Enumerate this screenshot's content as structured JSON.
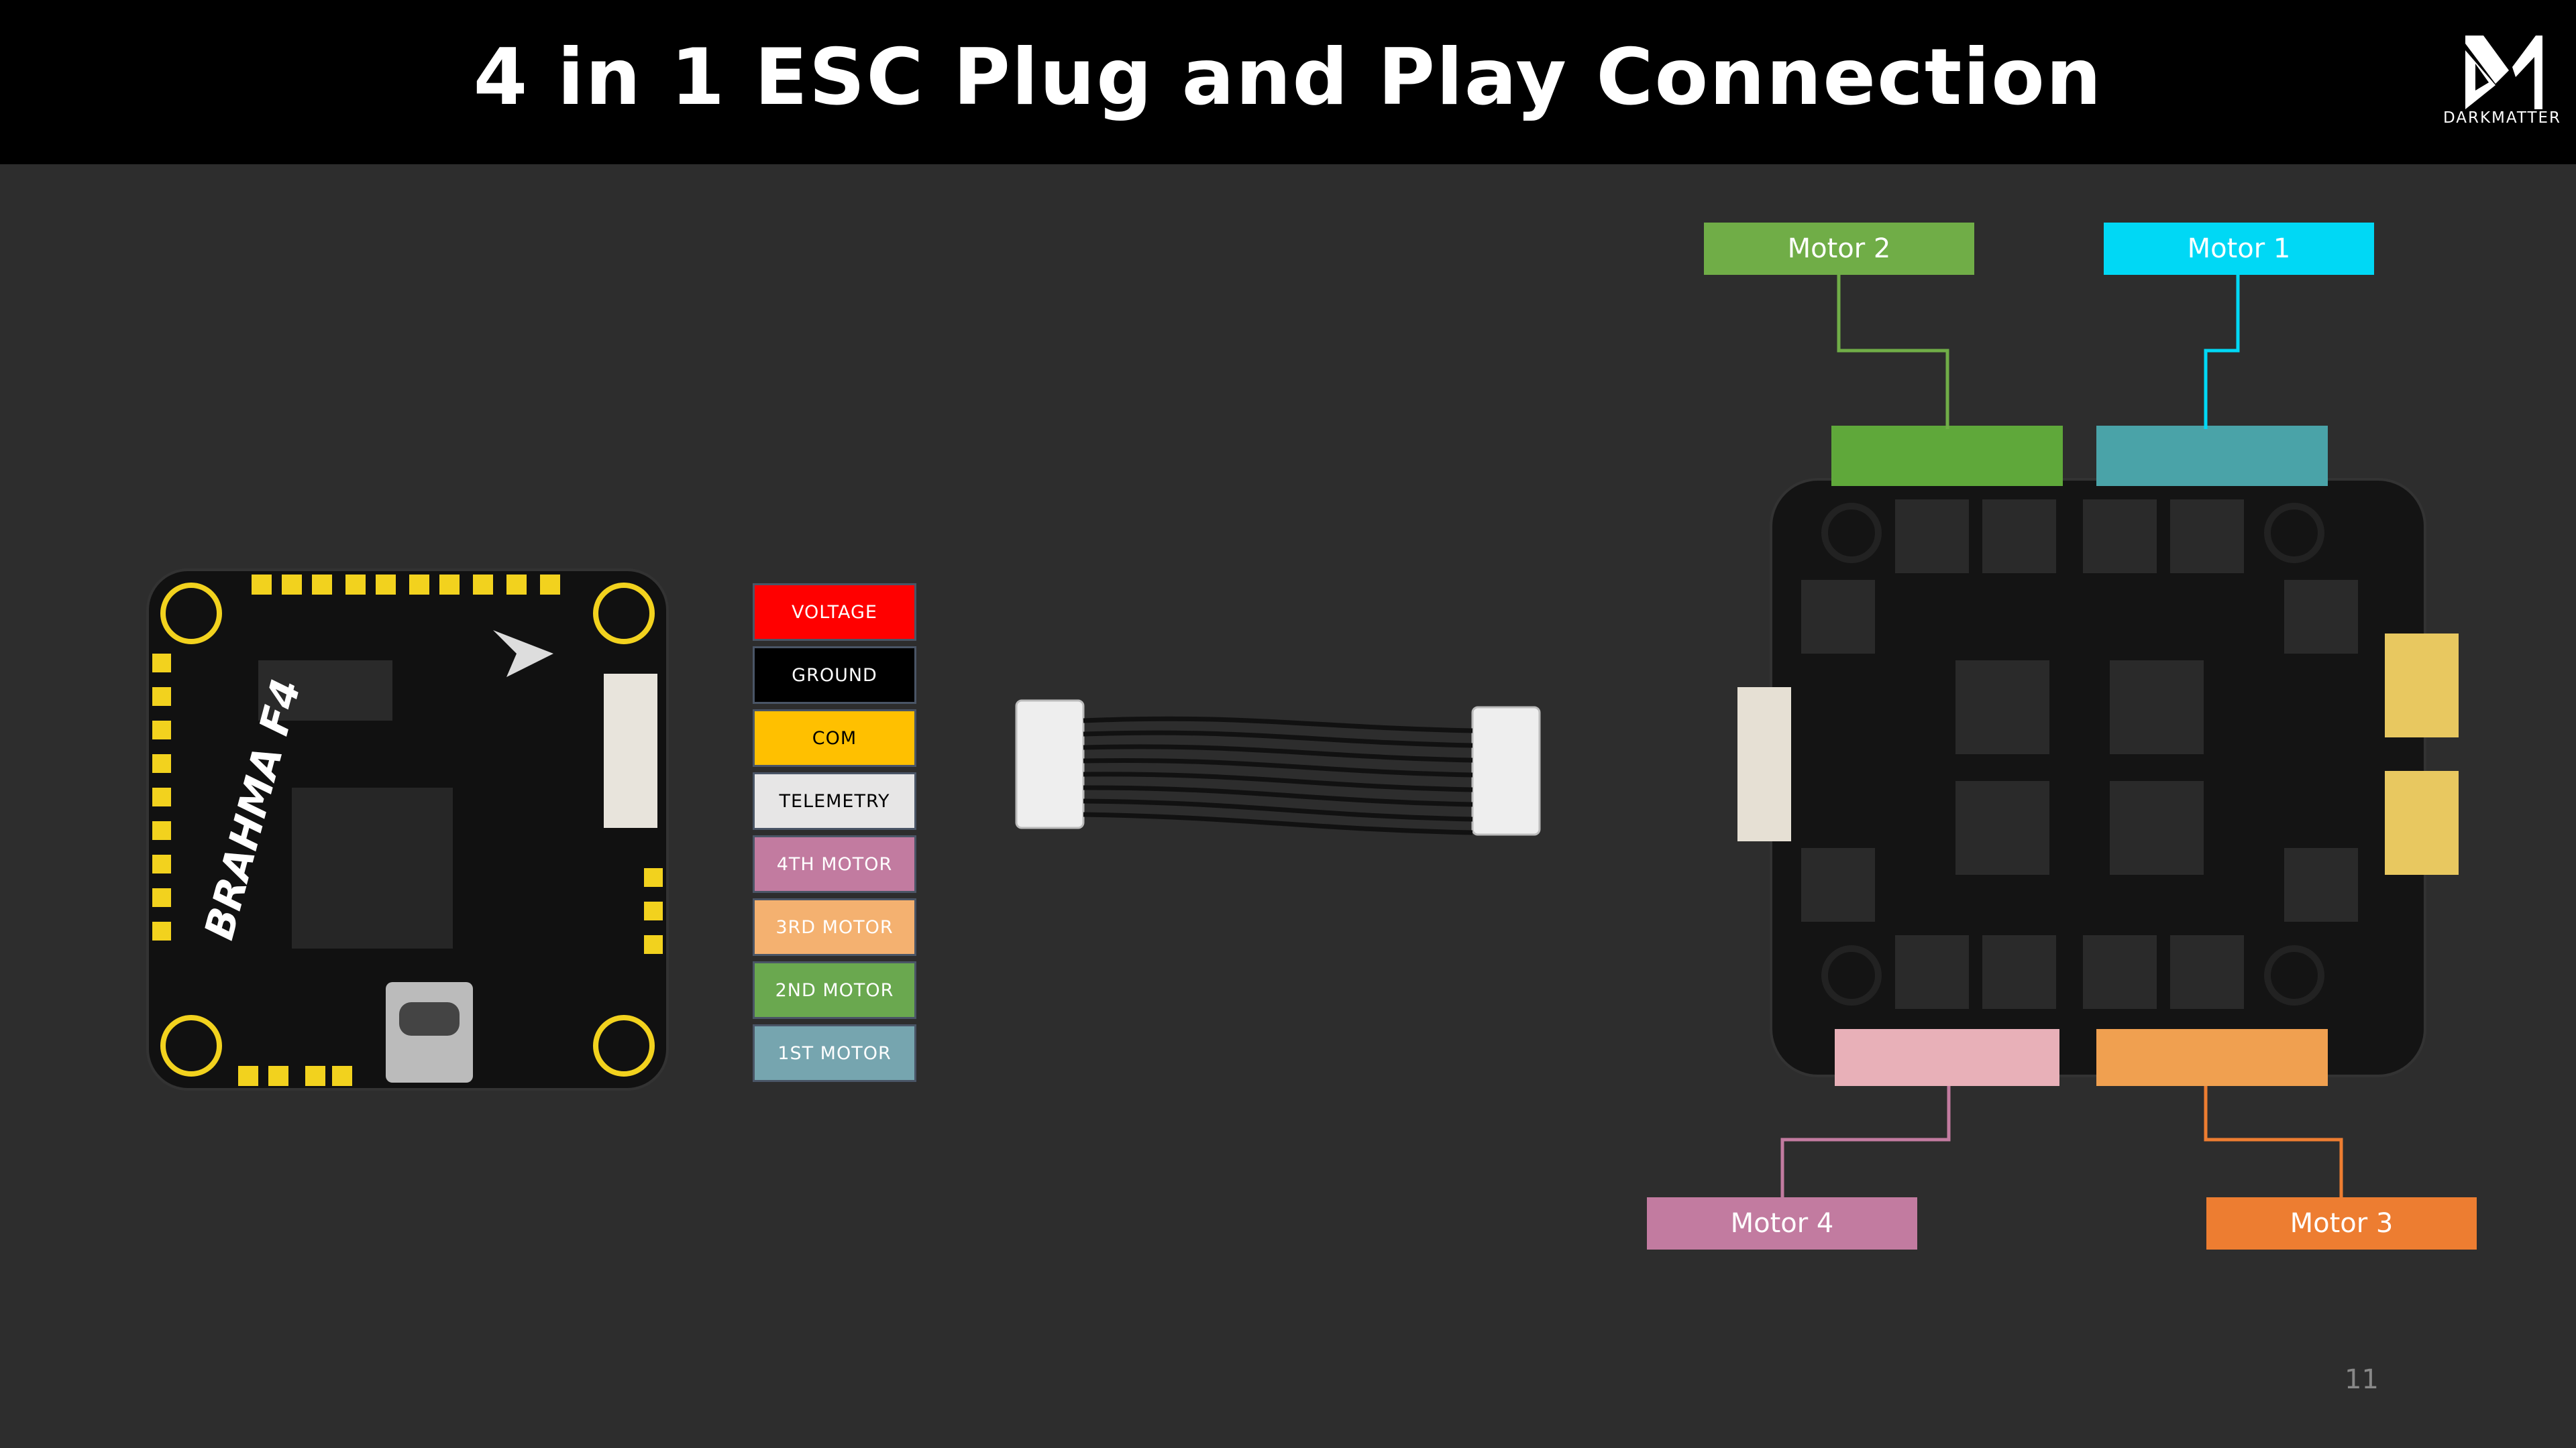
{
  "header": {
    "title": "4 in 1 ESC Plug and Play Connection",
    "logo_text": "DARKMATTER"
  },
  "legend": [
    {
      "label": "VOLTAGE",
      "color": "#ff0000",
      "text_color": "#ffffff"
    },
    {
      "label": "GROUND",
      "color": "#000000",
      "text_color": "#ffffff"
    },
    {
      "label": "COM",
      "color": "#ffc000",
      "text_color": "#000000"
    },
    {
      "label": "TELEMETRY",
      "color": "#e7e6e6",
      "text_color": "#000000"
    },
    {
      "label": "4TH MOTOR",
      "color": "#c27ba0",
      "text_color": "#ffffff"
    },
    {
      "label": "3RD MOTOR",
      "color": "#f4b170",
      "text_color": "#ffffff"
    },
    {
      "label": "2ND MOTOR",
      "color": "#6aa84f",
      "text_color": "#ffffff"
    },
    {
      "label": "1ST MOTOR",
      "color": "#76a5af",
      "text_color": "#ffffff"
    }
  ],
  "motors": {
    "motor1": {
      "label": "Motor 1",
      "color": "#00d8f5"
    },
    "motor2": {
      "label": "Motor 2",
      "color": "#70ad47"
    },
    "motor3": {
      "label": "Motor 3",
      "color": "#ed7d31"
    },
    "motor4": {
      "label": "Motor 4",
      "color": "#c27ba0"
    }
  },
  "page_number": "11"
}
